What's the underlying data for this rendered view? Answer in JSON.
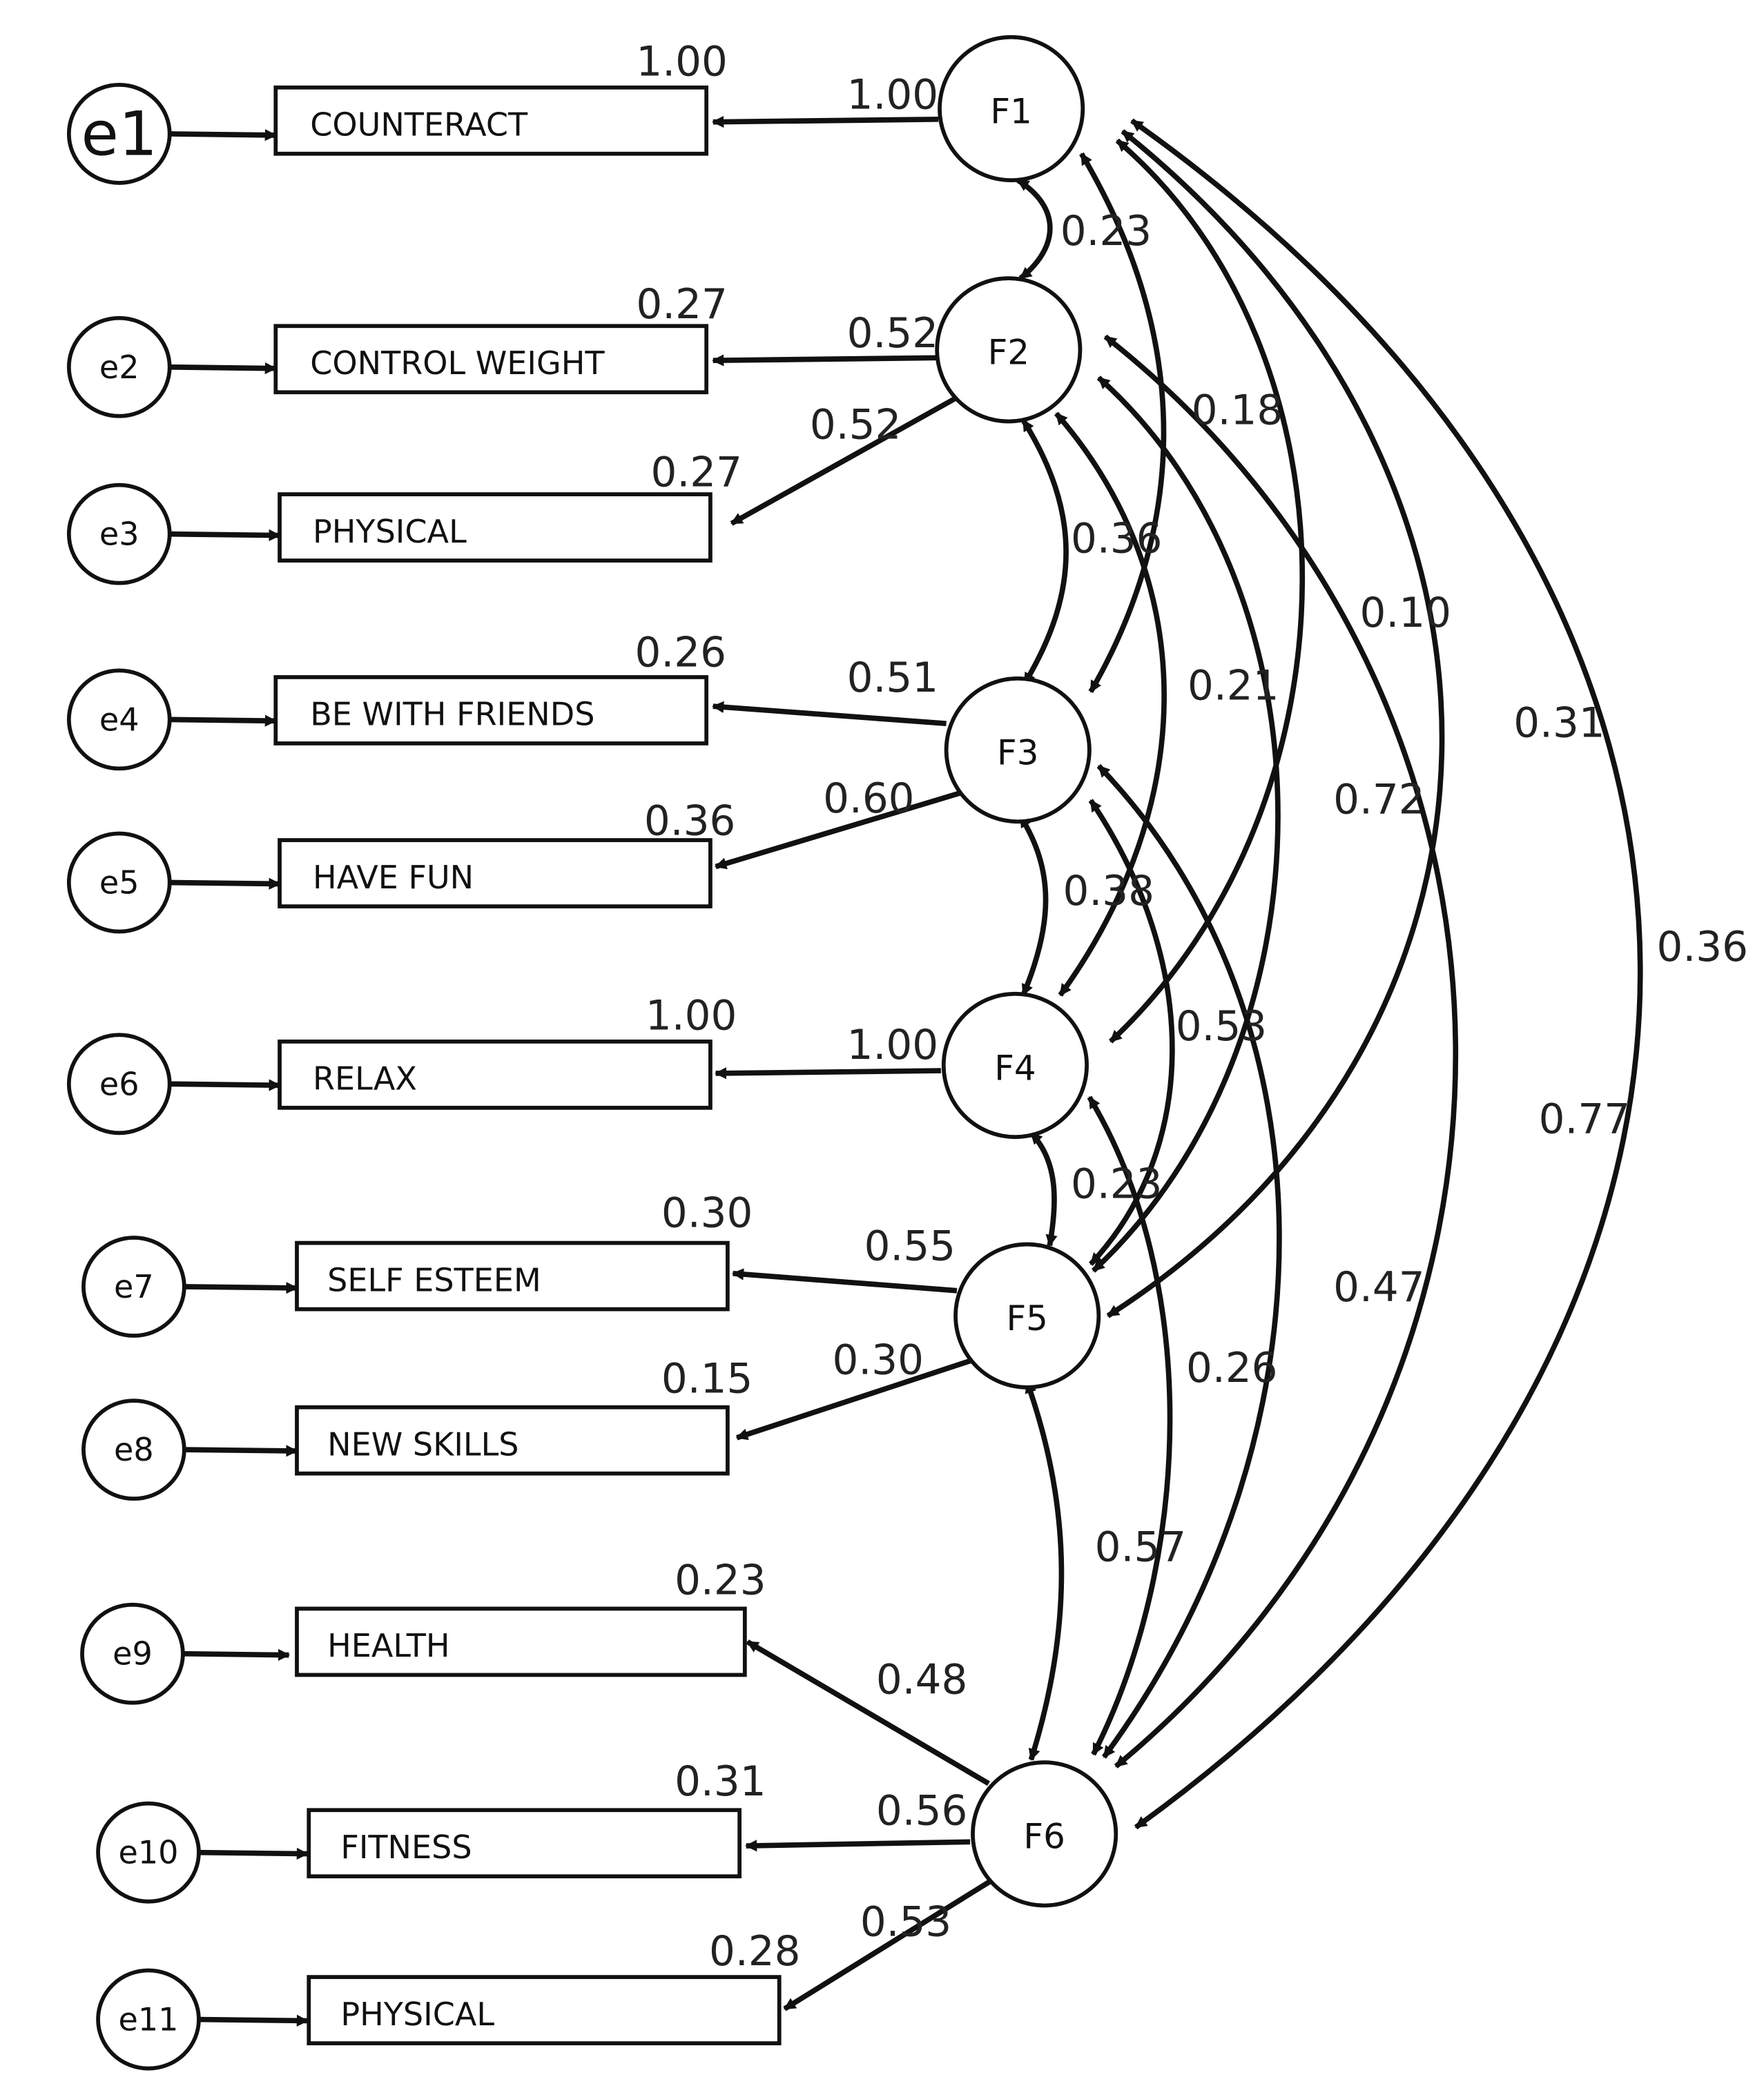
{
  "errors": [
    "e1",
    "e2",
    "e3",
    "e4",
    "e5",
    "e6",
    "e7",
    "e8",
    "e9",
    "e10",
    "e11"
  ],
  "indicators": [
    {
      "label": "COUNTERACT",
      "r2": "1.00",
      "loading": "1.00"
    },
    {
      "label": "CONTROL WEIGHT",
      "r2": "0.27",
      "loading": "0.52"
    },
    {
      "label": "PHYSICAL",
      "r2": "0.27",
      "loading": "0.52"
    },
    {
      "label": "BE WITH FRIENDS",
      "r2": "0.26",
      "loading": "0.51"
    },
    {
      "label": "HAVE FUN",
      "r2": "0.36",
      "loading": "0.60"
    },
    {
      "label": "RELAX",
      "r2": "1.00",
      "loading": "1.00"
    },
    {
      "label": "SELF ESTEEM",
      "r2": "0.30",
      "loading": "0.55"
    },
    {
      "label": "NEW SKILLS",
      "r2": "0.15",
      "loading": "0.30"
    },
    {
      "label": "HEALTH",
      "r2": "0.23",
      "loading": "0.48"
    },
    {
      "label": "FITNESS",
      "r2": "0.31",
      "loading": "0.56"
    },
    {
      "label": "PHYSICAL",
      "r2": "0.28",
      "loading": "0.53"
    }
  ],
  "factors": [
    "F1",
    "F2",
    "F3",
    "F4",
    "F5",
    "F6"
  ],
  "correlations": [
    {
      "from": "F1",
      "to": "F2",
      "value": "0.23"
    },
    {
      "from": "F1",
      "to": "F3",
      "value": "0.18"
    },
    {
      "from": "F1",
      "to": "F4",
      "value": "0.10"
    },
    {
      "from": "F1",
      "to": "F5",
      "value": "0.31"
    },
    {
      "from": "F1",
      "to": "F6",
      "value": "0.36"
    },
    {
      "from": "F2",
      "to": "F3",
      "value": "0.36"
    },
    {
      "from": "F2",
      "to": "F4",
      "value": "0.21"
    },
    {
      "from": "F2",
      "to": "F5",
      "value": "0.72"
    },
    {
      "from": "F2",
      "to": "F6",
      "value": "0.77"
    },
    {
      "from": "F3",
      "to": "F4",
      "value": "0.38"
    },
    {
      "from": "F3",
      "to": "F5",
      "value": "0.53"
    },
    {
      "from": "F3",
      "to": "F6",
      "value": "0.47"
    },
    {
      "from": "F4",
      "to": "F5",
      "value": "0.23"
    },
    {
      "from": "F4",
      "to": "F6",
      "value": "0.26"
    },
    {
      "from": "F5",
      "to": "F6",
      "value": "0.57"
    }
  ]
}
